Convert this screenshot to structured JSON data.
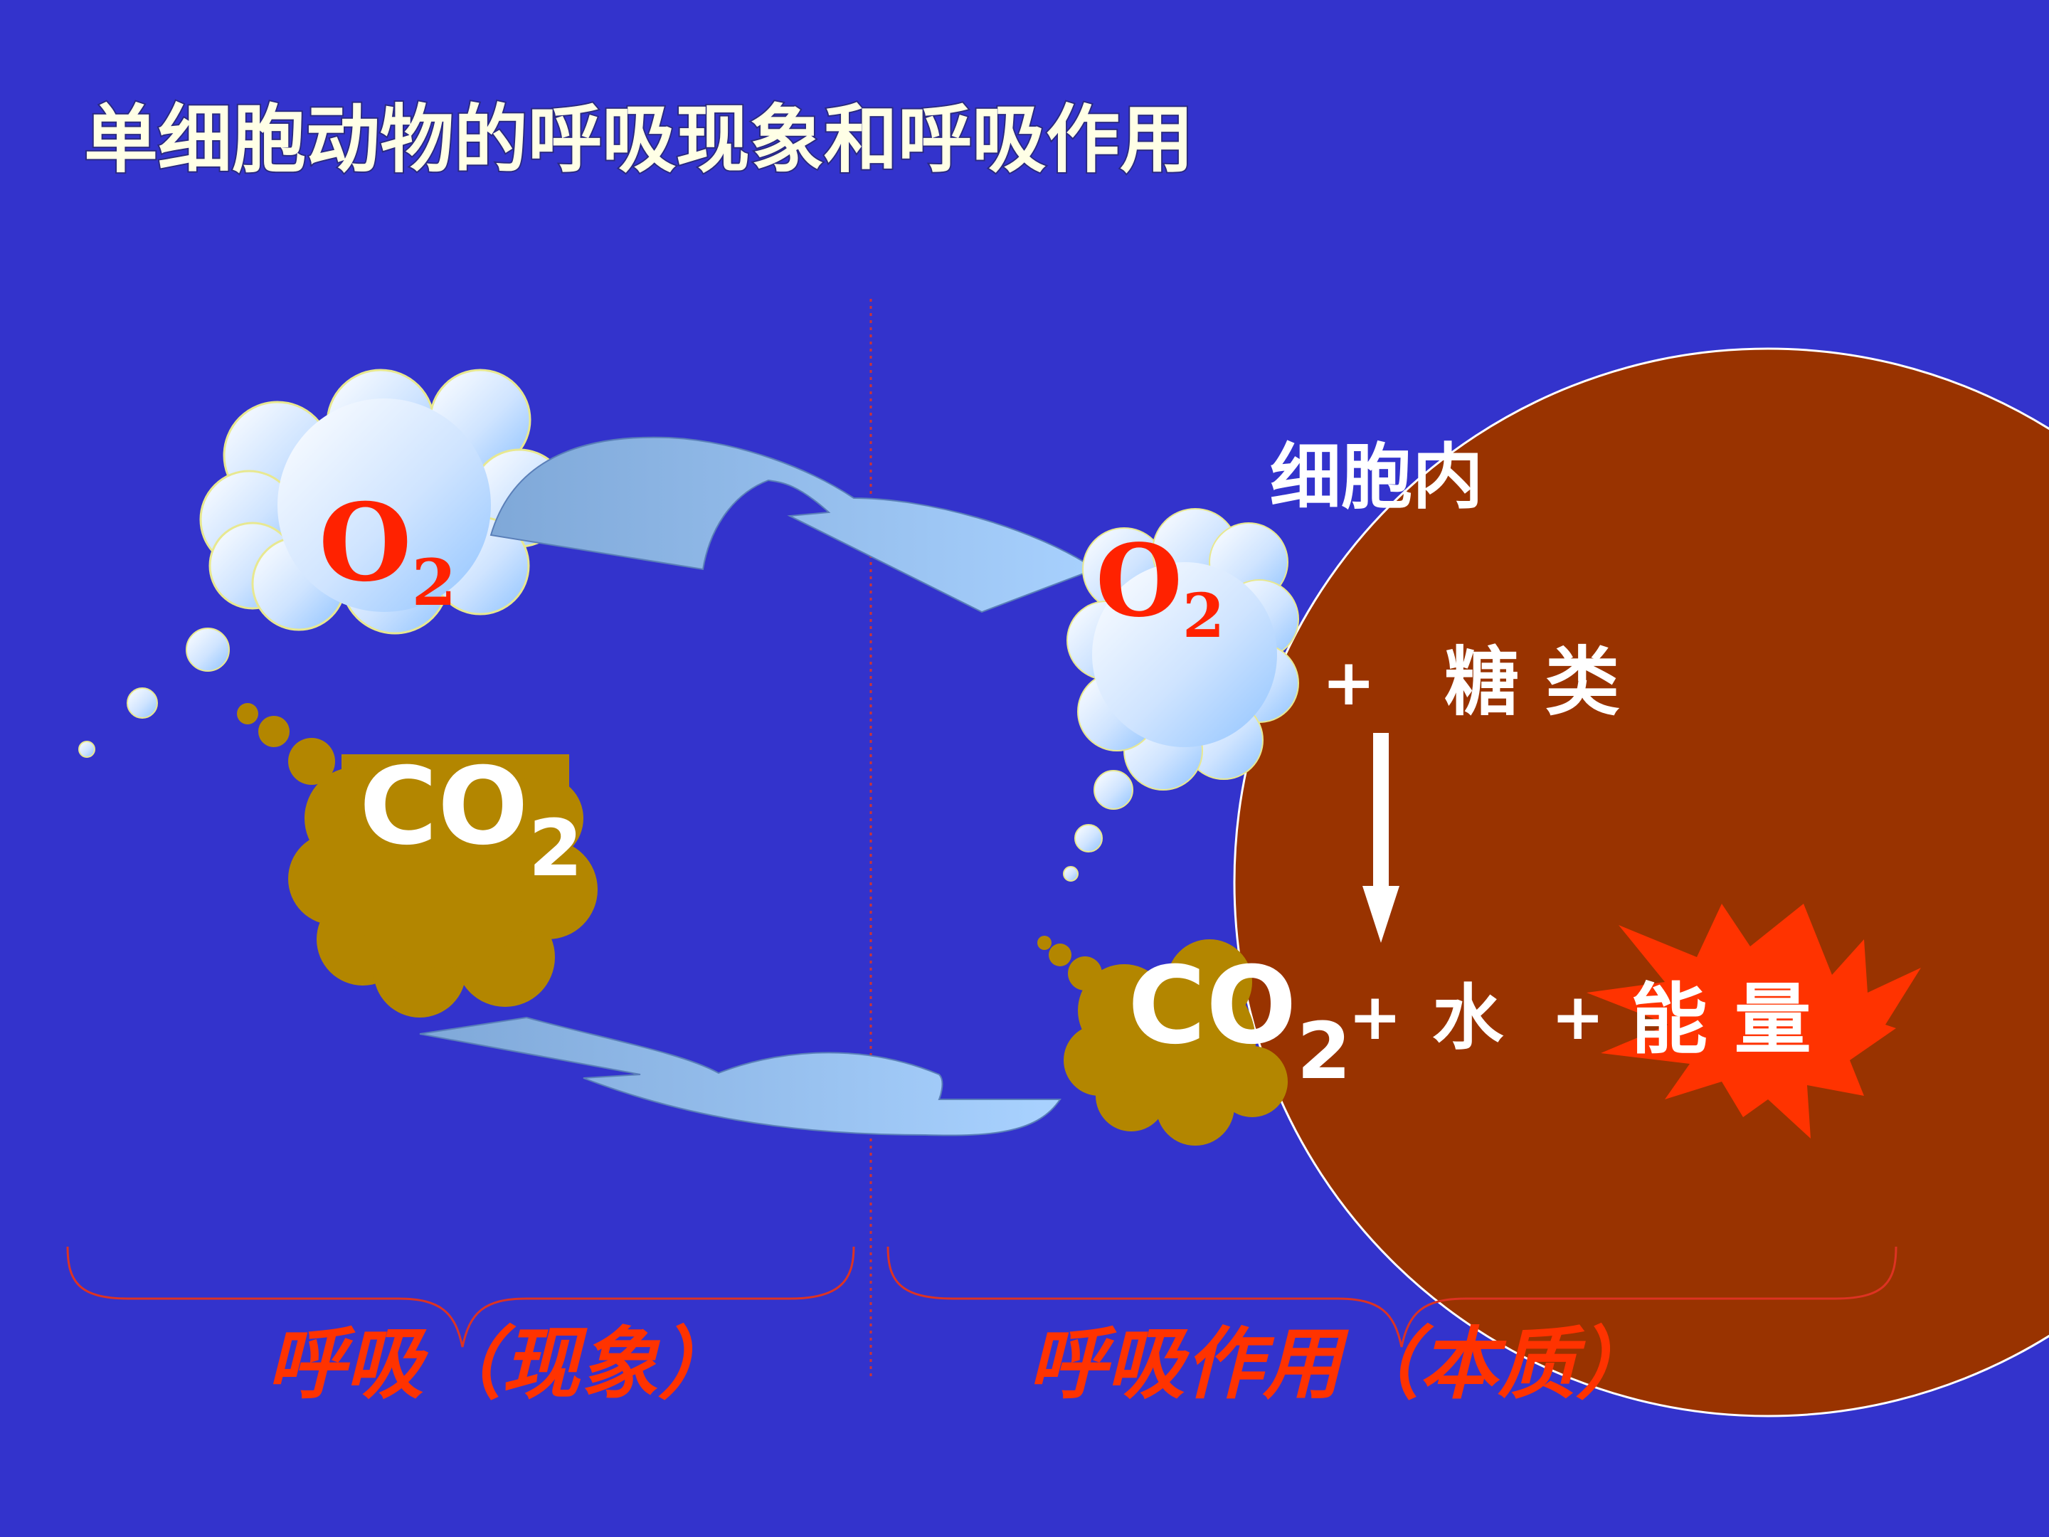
{
  "title": "单细胞动物的呼吸现象和呼吸作用",
  "left": {
    "o2": {
      "main": "O",
      "sub": "2"
    },
    "co2": {
      "main": "CO",
      "sub": "2"
    },
    "label": "呼吸（现象）"
  },
  "right": {
    "cell_label": "细胞内",
    "o2": {
      "main": "O",
      "sub": "2"
    },
    "plus1": "+",
    "sugar": "糖 类",
    "co2": {
      "main": "CO",
      "sub": "2"
    },
    "plus2": "+",
    "water": "水",
    "plus3": "+",
    "energy": "能 量",
    "label": "呼吸作用（本质）"
  },
  "colors": {
    "background": "#3333CC",
    "cell": "#993300",
    "o2_text": "#FF2200",
    "co2_cloud": "#B38600",
    "label_text": "#FF3300",
    "energy_burst": "#FF3300"
  }
}
